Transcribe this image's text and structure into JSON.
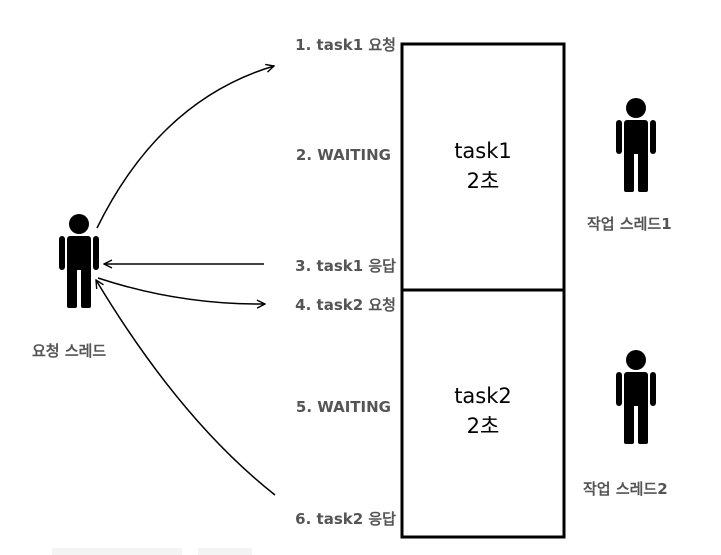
{
  "colors": {
    "line": "#000000",
    "label": "#555555",
    "background": "#ffffff"
  },
  "requester": {
    "label": "요청 스레드",
    "icon": "person-icon"
  },
  "workers": [
    {
      "label": "작업 스레드1",
      "icon": "person-icon"
    },
    {
      "label": "작업 스레드2",
      "icon": "person-icon"
    }
  ],
  "tasks": [
    {
      "name": "task1",
      "duration": "2초"
    },
    {
      "name": "task2",
      "duration": "2초"
    }
  ],
  "steps": [
    "1. task1 요청",
    "2. WAITING",
    "3. task1 응답",
    "4. task2 요청",
    "5. WAITING",
    "6. task2 응답"
  ]
}
